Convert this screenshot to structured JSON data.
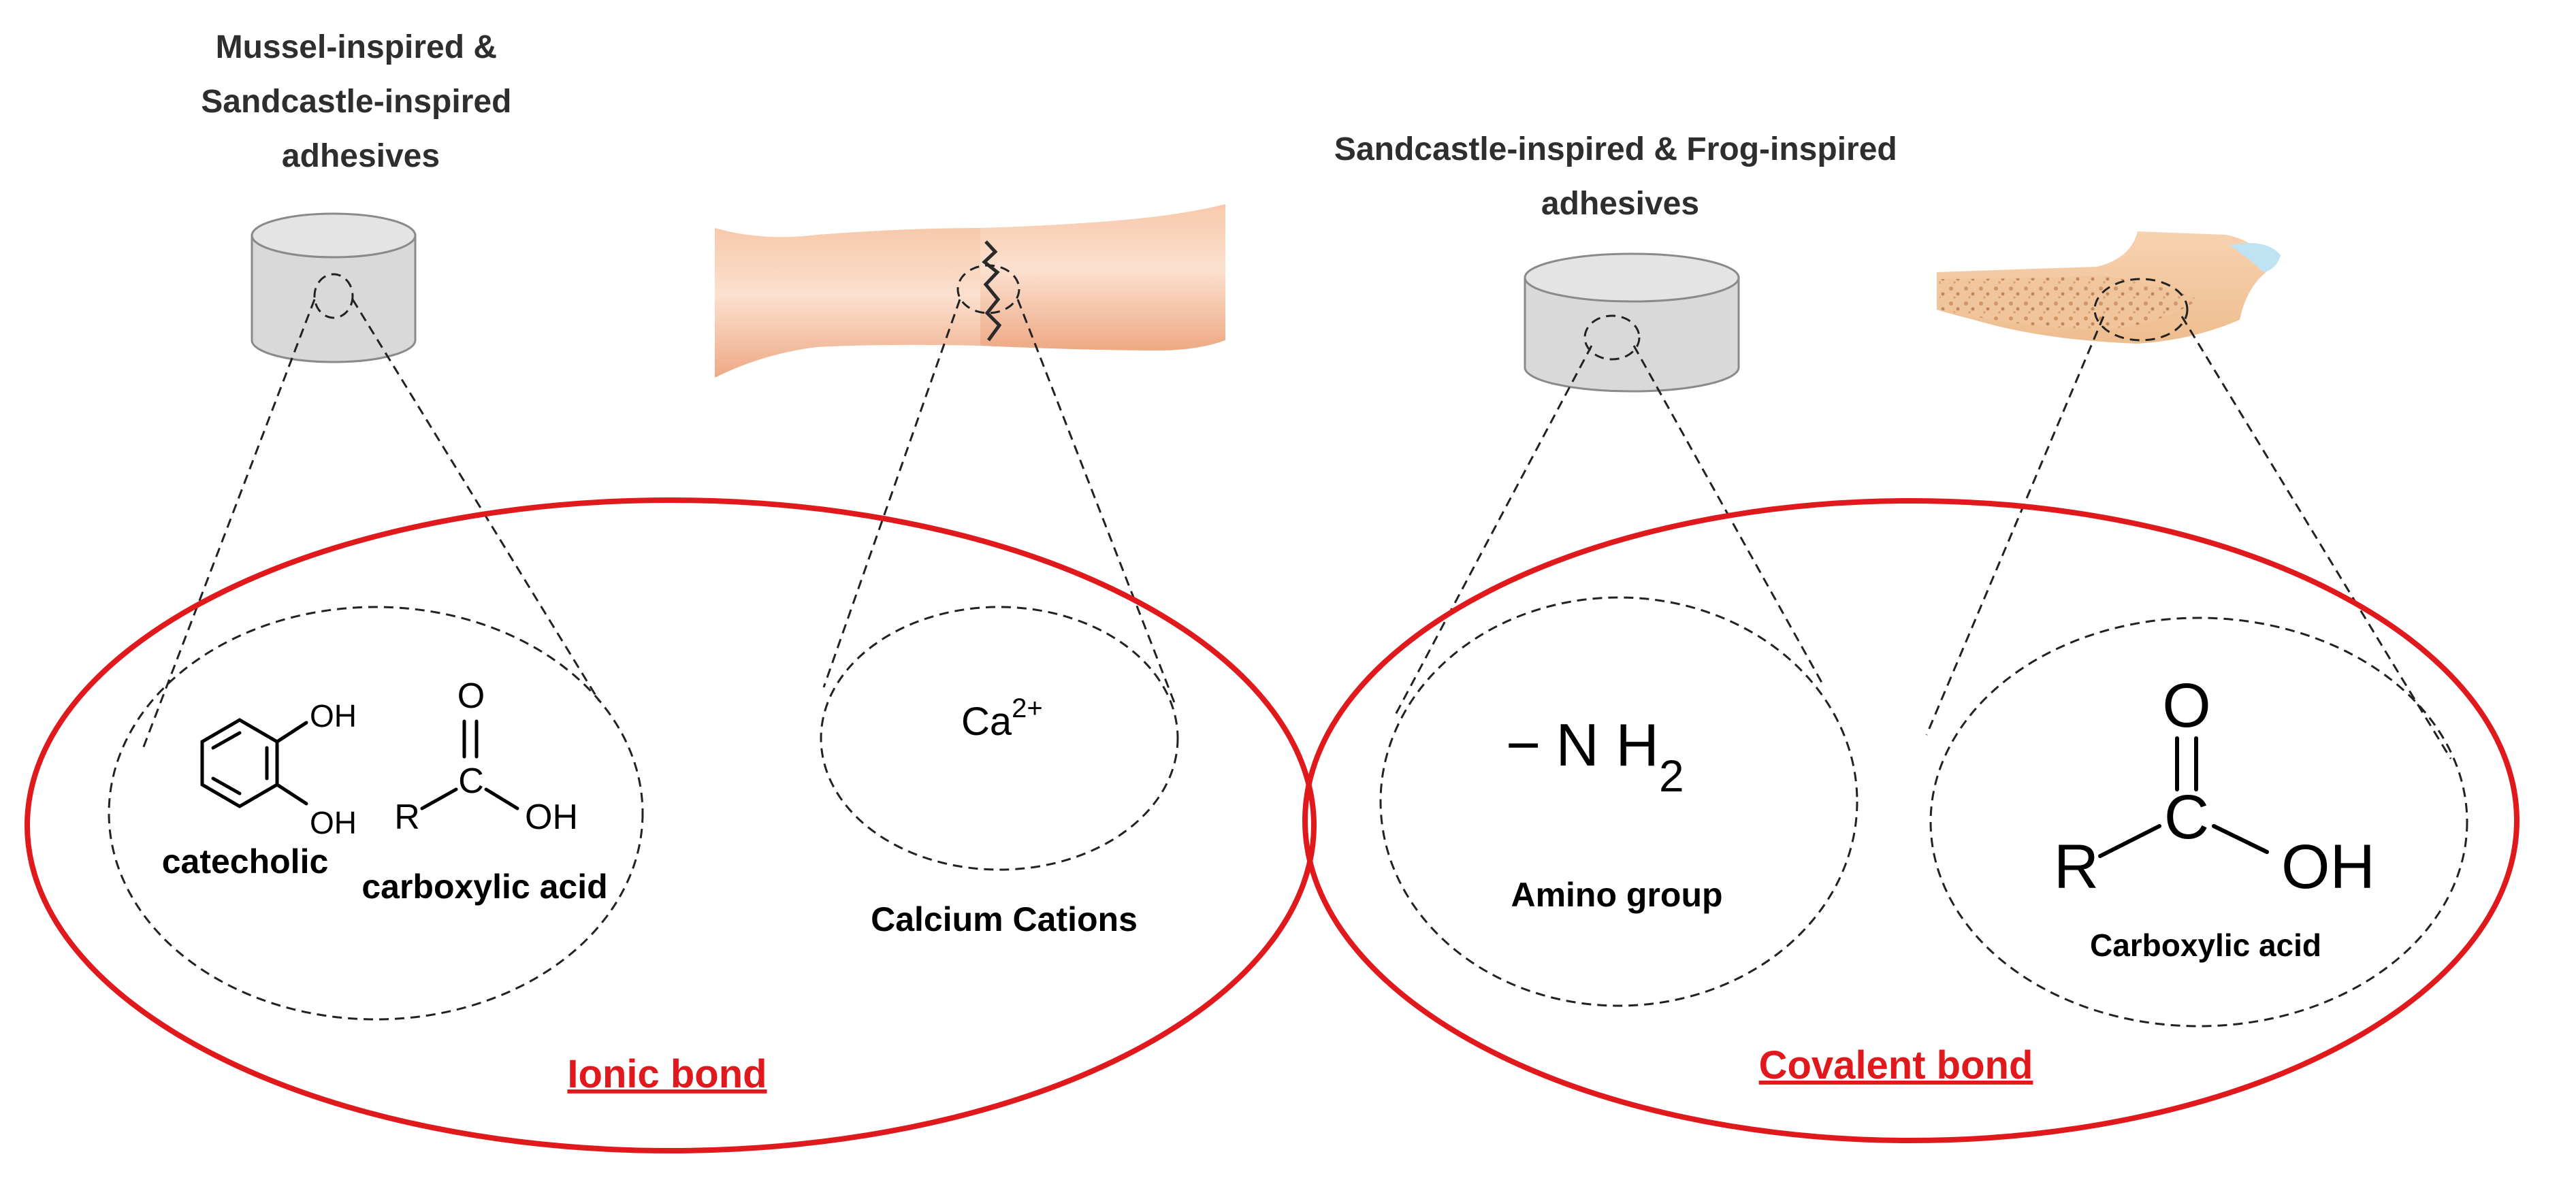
{
  "left_panel": {
    "adhesive_title": [
      "Mussel-inspired &",
      "Sandcastle-inspired",
      "adhesives"
    ],
    "catechol_label": "catecholic",
    "catechol_oh_top": "OH",
    "catechol_oh_bottom": "OH",
    "acid_label": "carboxylic acid",
    "acid_o": "O",
    "acid_c": "C",
    "acid_r": "R",
    "acid_oh": "OH",
    "cation_symbol": "Ca",
    "cation_charge": "2+",
    "cation_label": "Calcium Cations",
    "bond_type": "Ionic bond"
  },
  "right_panel": {
    "adhesive_title": [
      "Sandcastle-inspired & Frog-inspired",
      "adhesives"
    ],
    "amino_formula_dash": "−",
    "amino_formula_nh": "N H",
    "amino_formula_sub": "2",
    "amino_label": "Amino group",
    "acid_o": "O",
    "acid_c": "C",
    "acid_r": "R",
    "acid_oh": "OH",
    "acid_label": "Carboxylic acid",
    "bond_type": "Covalent bond"
  },
  "colors": {
    "accent_red": "#e0191c",
    "bone": "#f2b895",
    "cylinder": "#d9d9d9"
  }
}
